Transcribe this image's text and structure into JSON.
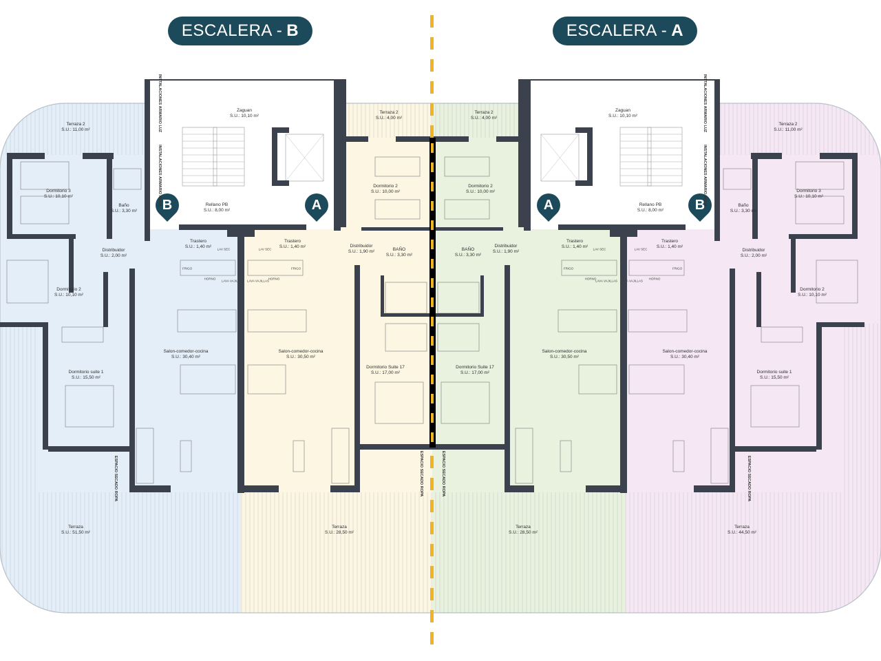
{
  "headers": {
    "left": {
      "prefix": "ESCALERA -",
      "letter": "B"
    },
    "right": {
      "prefix": "ESCALERA -",
      "letter": "A"
    }
  },
  "markers": [
    "B",
    "A",
    "A",
    "B"
  ],
  "colors": {
    "unit_blue": "#e4eef8",
    "unit_yellow": "#fcf6e2",
    "unit_green": "#e9f1df",
    "unit_pink": "#f5e8f4",
    "walls": "#3b424e",
    "badge": "#1d4a5a",
    "axis_dash": "#f0b323"
  },
  "rooms": [
    {
      "name": "Terraza 2",
      "area": "S.U.: 11,00 m²"
    },
    {
      "name": "Zaguan",
      "area": "S.U.: 10,10 m²"
    },
    {
      "name": "Terraza 2",
      "area": "S.U.: 4,00 m²"
    },
    {
      "name": "Terraza 2",
      "area": "S.U.: 4,00 m²"
    },
    {
      "name": "Zaguan",
      "area": "S.U.: 10,10 m²"
    },
    {
      "name": "Terraza 2",
      "area": "S.U.: 11,00 m²"
    },
    {
      "name": "Dormitorio 3",
      "area": "S.U.: 10,10 m²"
    },
    {
      "name": "Baño",
      "area": "S.U.: 3,30 m²"
    },
    {
      "name": "Rellano PB",
      "area": "S.U.: 8,00 m²"
    },
    {
      "name": "Dormitorio 2",
      "area": "S.U.: 10,00 m²"
    },
    {
      "name": "Dormitorio 2",
      "area": "S.U.: 10,00 m²"
    },
    {
      "name": "Rellano PB",
      "area": "S.U.: 8,00 m²"
    },
    {
      "name": "Baño",
      "area": "S.U.: 3,30 m²"
    },
    {
      "name": "Dormitorio 3",
      "area": "S.U.: 10,10 m²"
    },
    {
      "name": "Trastero",
      "area": "S.U.: 1,40 m²"
    },
    {
      "name": "Trastero",
      "area": "S.U.: 1,40 m²"
    },
    {
      "name": "Distribuidor",
      "area": "S.U.: 1,90 m²"
    },
    {
      "name": "BAÑO",
      "area": "S.U.: 3,30 m²"
    },
    {
      "name": "BAÑO",
      "area": "S.U.: 3,30 m²"
    },
    {
      "name": "Distribuidor",
      "area": "S.U.: 1,90 m²"
    },
    {
      "name": "Trastero",
      "area": "S.U.: 1,40 m²"
    },
    {
      "name": "Trastero",
      "area": "S.U.: 1,40 m²"
    },
    {
      "name": "Distribuidor",
      "area": "S.U.: 2,00 m²"
    },
    {
      "name": "Distribuidor",
      "area": "S.U.: 2,00 m²"
    },
    {
      "name": "Dormitorio 2",
      "area": "S.U.: 10,10 m²"
    },
    {
      "name": "Dormitorio 2",
      "area": "S.U.: 10,10 m²"
    },
    {
      "name": "Salon-comedor-cocina",
      "area": "S.U.: 30,40 m²"
    },
    {
      "name": "Salon-comedor-cocina",
      "area": "S.U.: 30,50 m²"
    },
    {
      "name": "Dormitorio Suite 17",
      "area": "S.U.: 17,00 m²"
    },
    {
      "name": "Dormitorio Suite 17",
      "area": "S.U.: 17,00 m²"
    },
    {
      "name": "Salon-comedor-cocina",
      "area": "S.U.: 30,50 m²"
    },
    {
      "name": "Salon-comedor-cocina",
      "area": "S.U.: 30,40 m²"
    },
    {
      "name": "Dormitorio suite 1",
      "area": "S.U.: 15,50 m²"
    },
    {
      "name": "Dormitorio suite 1",
      "area": "S.U.: 15,50 m²"
    },
    {
      "name": "Terraza",
      "area": "S.U.: 51,50 m²"
    },
    {
      "name": "Terraza",
      "area": "S.U.: 28,50 m²"
    },
    {
      "name": "Terraza",
      "area": "S.U.: 28,50 m²"
    },
    {
      "name": "Terraza",
      "area": "S.U.: 44,50 m²"
    }
  ],
  "vertical_labels": {
    "installations_light": "INSTALACIONES ARMARIO LUZ",
    "installations_water": "INSTALACIONES ARMARIO AGUA",
    "drying_space": "ESPACIO SECADO ROPA"
  },
  "kitchen_labels": {
    "fridge": "FRIGO",
    "oven": "HORNO",
    "dishwasher": "LAVA VAJILLAS",
    "washer_dryer": "LAV SEC"
  }
}
